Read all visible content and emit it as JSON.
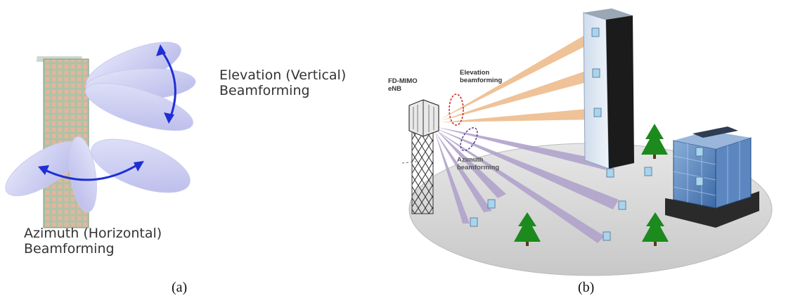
{
  "panel_a": {
    "elevation_label_line1": "Elevation (Vertical)",
    "elevation_label_line2": "Beamforming",
    "azimuth_label_line1": "Azimuth (Horizontal)",
    "azimuth_label_line2": "Beamforming",
    "caption": "(a)"
  },
  "panel_b": {
    "enb_label_line1": "FD-MIMO",
    "enb_label_line2": "eNB",
    "elevation_label_line1": "Elevation",
    "elevation_label_line2": "beamforming",
    "azimuth_label_line1": "Azimuth",
    "azimuth_label_line2": "beamforming",
    "caption": "(b)"
  },
  "colors": {
    "lobe_lavender": "#c4c6ee",
    "arrow_blue": "#1f2fd6",
    "beam_orange": "#efbf92",
    "beam_purple": "#b1a3cc",
    "ground": "#d9d9d9",
    "tree_green": "#1c8a1c",
    "ellipse_red": "#d02020"
  },
  "icons": [
    "antenna-array-icon",
    "enb-tower-icon",
    "tower-building-icon",
    "office-building-icon",
    "tree-icon",
    "user-terminal-icon"
  ]
}
